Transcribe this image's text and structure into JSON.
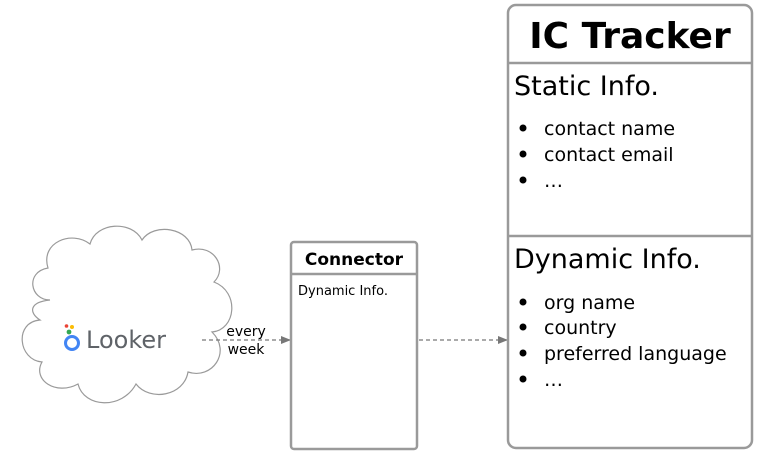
{
  "looker": {
    "brand": "Looker",
    "colors": {
      "blue": "#4285F4",
      "red": "#EA4335",
      "yellow": "#FBBC04",
      "green": "#34A853"
    }
  },
  "edge_label": {
    "line1": "every",
    "line2": "week"
  },
  "connector": {
    "title": "Connector",
    "content": "Dynamic Info."
  },
  "ic_tracker": {
    "title": "IC Tracker",
    "static": {
      "heading": "Static Info.",
      "items": [
        "contact name",
        "contact email",
        "…"
      ]
    },
    "dynamic": {
      "heading": "Dynamic Info.",
      "items": [
        "org name",
        "country",
        "preferred language",
        "…"
      ]
    }
  },
  "colors": {
    "stroke": "#9a9a9a",
    "arrow": "#777777",
    "text": "#000000",
    "looker_text": "#5f6368"
  }
}
